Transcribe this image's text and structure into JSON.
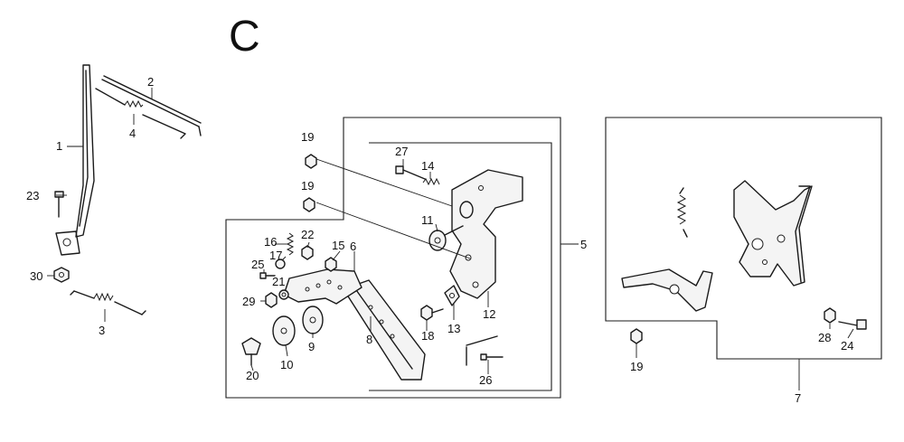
{
  "section_letter": "C",
  "callouts": {
    "p1": "1",
    "p2": "2",
    "p3": "3",
    "p4": "4",
    "p5": "5",
    "p6": "6",
    "p7": "7",
    "p8": "8",
    "p9": "9",
    "p10": "10",
    "p11": "11",
    "p12": "12",
    "p13": "13",
    "p14": "14",
    "p15": "15",
    "p16": "16",
    "p17": "17",
    "p18": "18",
    "p19a": "19",
    "p19b": "19",
    "p19c": "19",
    "p20": "20",
    "p21": "21",
    "p22": "22",
    "p23": "23",
    "p24": "24",
    "p25": "25",
    "p26": "26",
    "p27": "27",
    "p28": "28",
    "p29": "29",
    "p30": "30"
  }
}
